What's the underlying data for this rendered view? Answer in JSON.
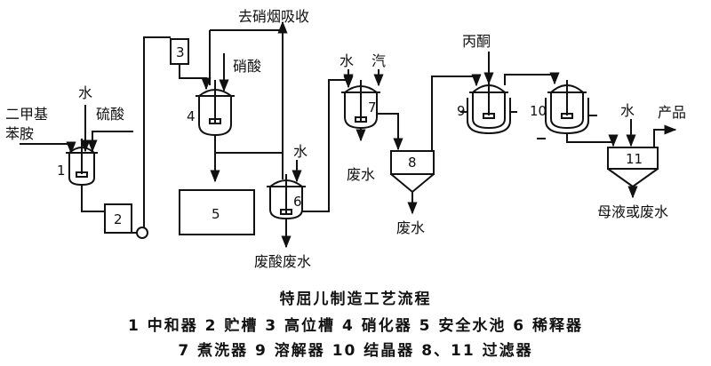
{
  "title": "特屈儿制造工艺流程",
  "legend_lines": [
    "1 中和器  2 贮槽  3 高位槽  4 硝化器  5 安全水池  6 稀释器",
    "7 煮洗器  9 溶解器  10 结晶器  8、11 过滤器"
  ],
  "labels": {
    "dimethylaniline_line1": "二甲基",
    "dimethylaniline_line2": "苯胺",
    "water_1": "水",
    "sulfuric_acid": "硫酸",
    "to_nitrate_absorption": "去硝烟吸收",
    "nitric_acid": "硝酸",
    "water_6": "水",
    "waste_acid_waste_water": "废酸废水",
    "water_7": "水",
    "steam_7": "汽",
    "waste_water_7": "废水",
    "waste_water_8": "废水",
    "acetone": "丙酮",
    "water_11": "水",
    "product": "产品",
    "mother_liquor": "母液或废水"
  },
  "equipment_numbers": [
    "1",
    "2",
    "3",
    "4",
    "5",
    "6",
    "7",
    "8",
    "9",
    "10",
    "11"
  ]
}
